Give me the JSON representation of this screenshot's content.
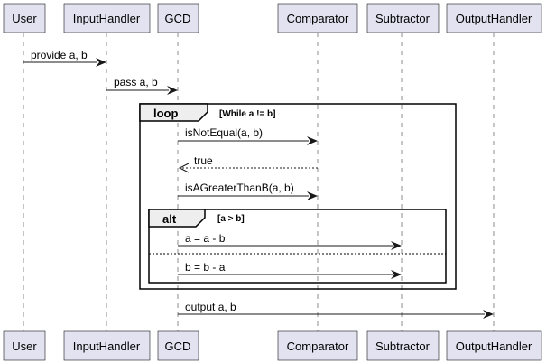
{
  "participants": [
    {
      "id": "user",
      "label": "User"
    },
    {
      "id": "inputhandler",
      "label": "InputHandler"
    },
    {
      "id": "gcd",
      "label": "GCD"
    },
    {
      "id": "comparator",
      "label": "Comparator"
    },
    {
      "id": "subtractor",
      "label": "Subtractor"
    },
    {
      "id": "outputhandler",
      "label": "OutputHandler"
    }
  ],
  "messages": [
    {
      "id": "provide",
      "from": "user",
      "to": "inputhandler",
      "label": "provide a, b",
      "style": "solid"
    },
    {
      "id": "pass",
      "from": "inputhandler",
      "to": "gcd",
      "label": "pass a, b",
      "style": "solid"
    },
    {
      "id": "isnotequal",
      "from": "gcd",
      "to": "comparator",
      "label": "isNotEqual(a, b)",
      "style": "solid"
    },
    {
      "id": "true",
      "from": "comparator",
      "to": "gcd",
      "label": "true",
      "style": "dashed"
    },
    {
      "id": "isagreater",
      "from": "gcd",
      "to": "comparator",
      "label": "isAGreaterThanB(a, b)",
      "style": "solid"
    },
    {
      "id": "a-minus-b",
      "from": "gcd",
      "to": "subtractor",
      "label": "a = a - b",
      "style": "solid"
    },
    {
      "id": "b-minus-a",
      "from": "gcd",
      "to": "subtractor",
      "label": "b = b - a",
      "style": "solid"
    },
    {
      "id": "output",
      "from": "gcd",
      "to": "outputhandler",
      "label": "output a, b",
      "style": "solid"
    }
  ],
  "frames": {
    "loop": {
      "label": "loop",
      "guard": "[While a != b]"
    },
    "alt": {
      "label": "alt",
      "guard": "[a > b]"
    }
  }
}
